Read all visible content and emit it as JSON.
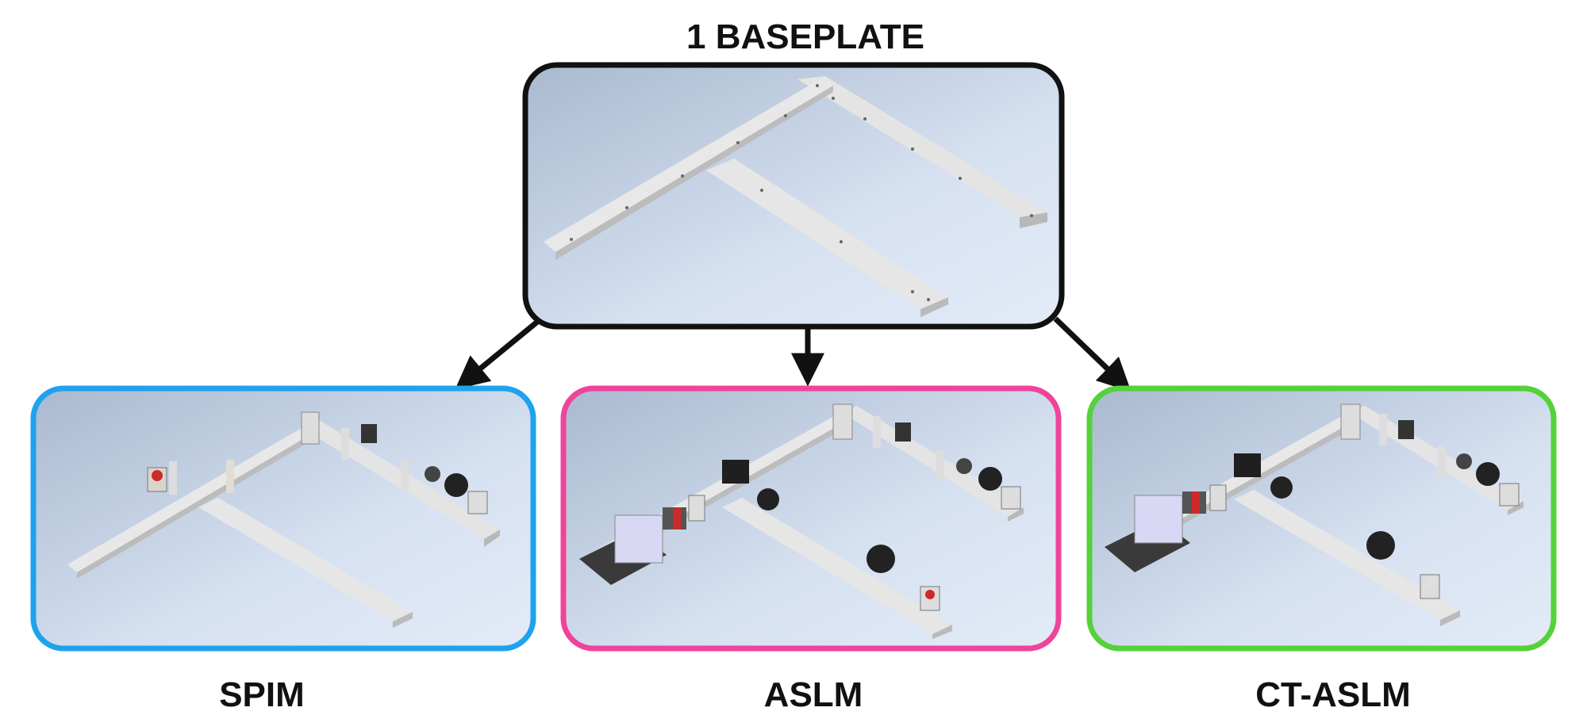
{
  "diagram": {
    "top_box": {
      "label": "1 BASEPLATE",
      "border_color": "#111111",
      "content": "baseplate"
    },
    "branches": [
      {
        "label": "SPIM",
        "border_color": "#1fa2ee",
        "content": "spim"
      },
      {
        "label": "ASLM",
        "border_color": "#f0439b",
        "content": "aslm"
      },
      {
        "label": "CT-ASLM",
        "border_color": "#55d13a",
        "content": "ct-aslm"
      }
    ],
    "panel_background": [
      "#a9b9cf",
      "#dde6f4"
    ]
  }
}
